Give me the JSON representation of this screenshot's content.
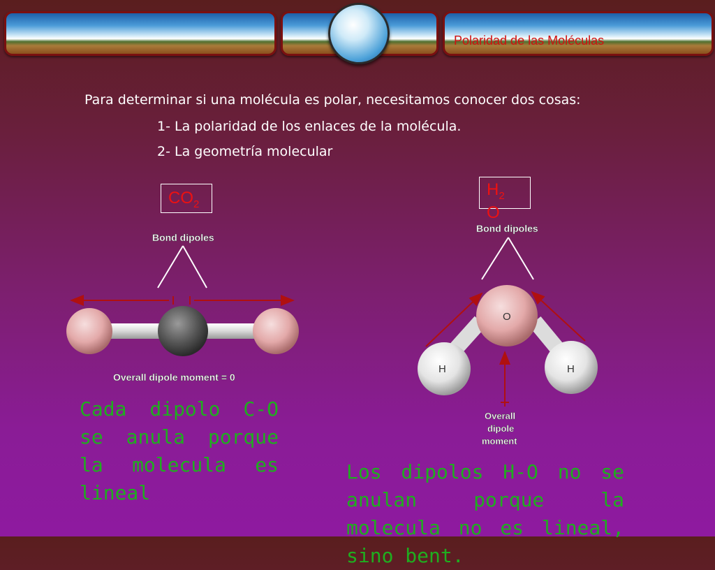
{
  "header": {
    "title": "Polaridad de las Moléculas"
  },
  "intro": {
    "line1": "Para determinar si una molécula es polar, necesitamos conocer dos cosas:",
    "line2": "1- La polaridad de los enlaces de la molécula.",
    "line3": "2- La geometría molecular"
  },
  "co2": {
    "formula_main": "CO",
    "formula_sub": "2",
    "bond_dipoles_label": "Bond dipoles",
    "overall_label": "Overall dipole moment = 0",
    "caption": "Cada dipolo C-O se anula porque la molecula es lineal"
  },
  "h2o": {
    "formula_main": "H",
    "formula_sub": "2",
    "formula_tail": "O",
    "bond_dipoles_label": "Bond dipoles",
    "atom_o": "O",
    "atom_h_left": "H",
    "atom_h_right": "H",
    "overall_line1": "Overall",
    "overall_line2": "dipole",
    "overall_line3": "moment",
    "caption": "Los dipolos H-O no se anulan porque la molecula no es lineal, sino bent."
  },
  "colors": {
    "title_red": "#d01010",
    "caption_green": "#1fae1f",
    "oxygen_pink": "#e8b0b0",
    "carbon_gray": "#555555",
    "arrow_red": "#b01010"
  }
}
